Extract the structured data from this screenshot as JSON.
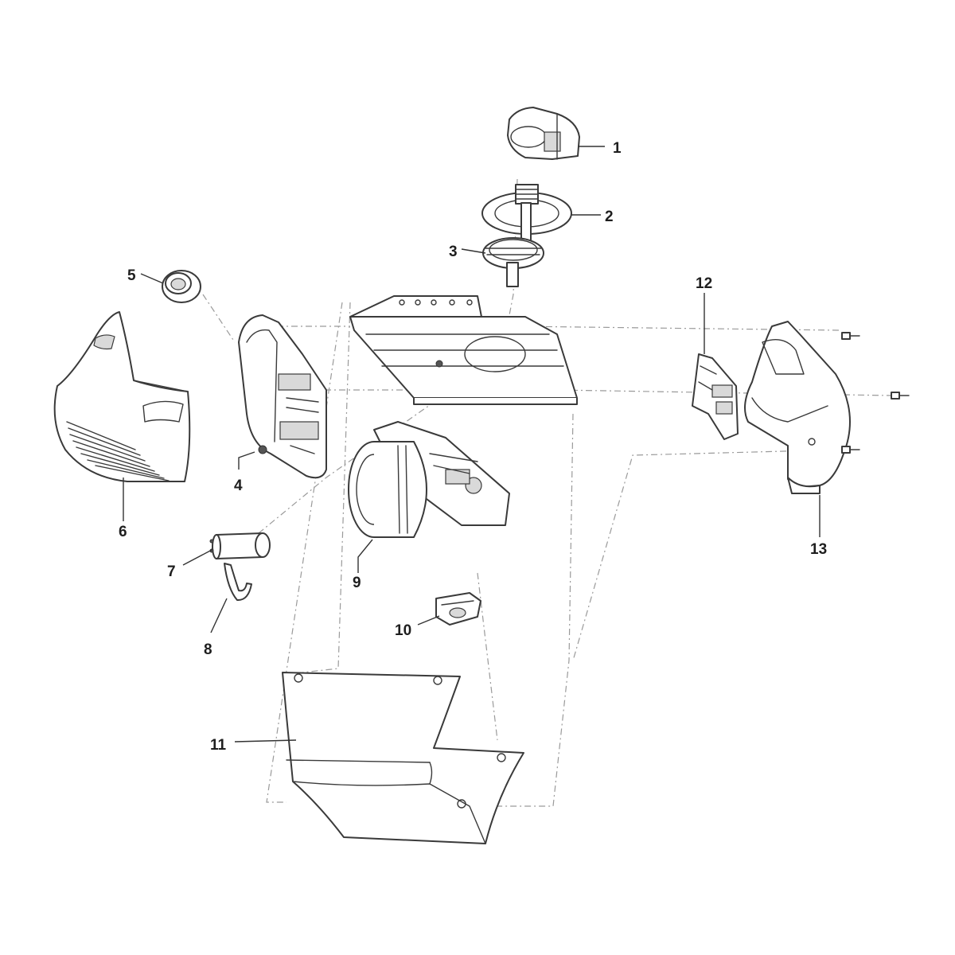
{
  "callouts": {
    "c1": "1",
    "c2": "2",
    "c3": "3",
    "c4": "4",
    "c5": "5",
    "c6": "6",
    "c7": "7",
    "c8": "8",
    "c9": "9",
    "c10": "10",
    "c11": "11",
    "c12": "12",
    "c13": "13"
  },
  "style": {
    "line_color": "#3a3a3a",
    "guide_line_color": "#9a9a9a",
    "background": "#ffffff"
  }
}
